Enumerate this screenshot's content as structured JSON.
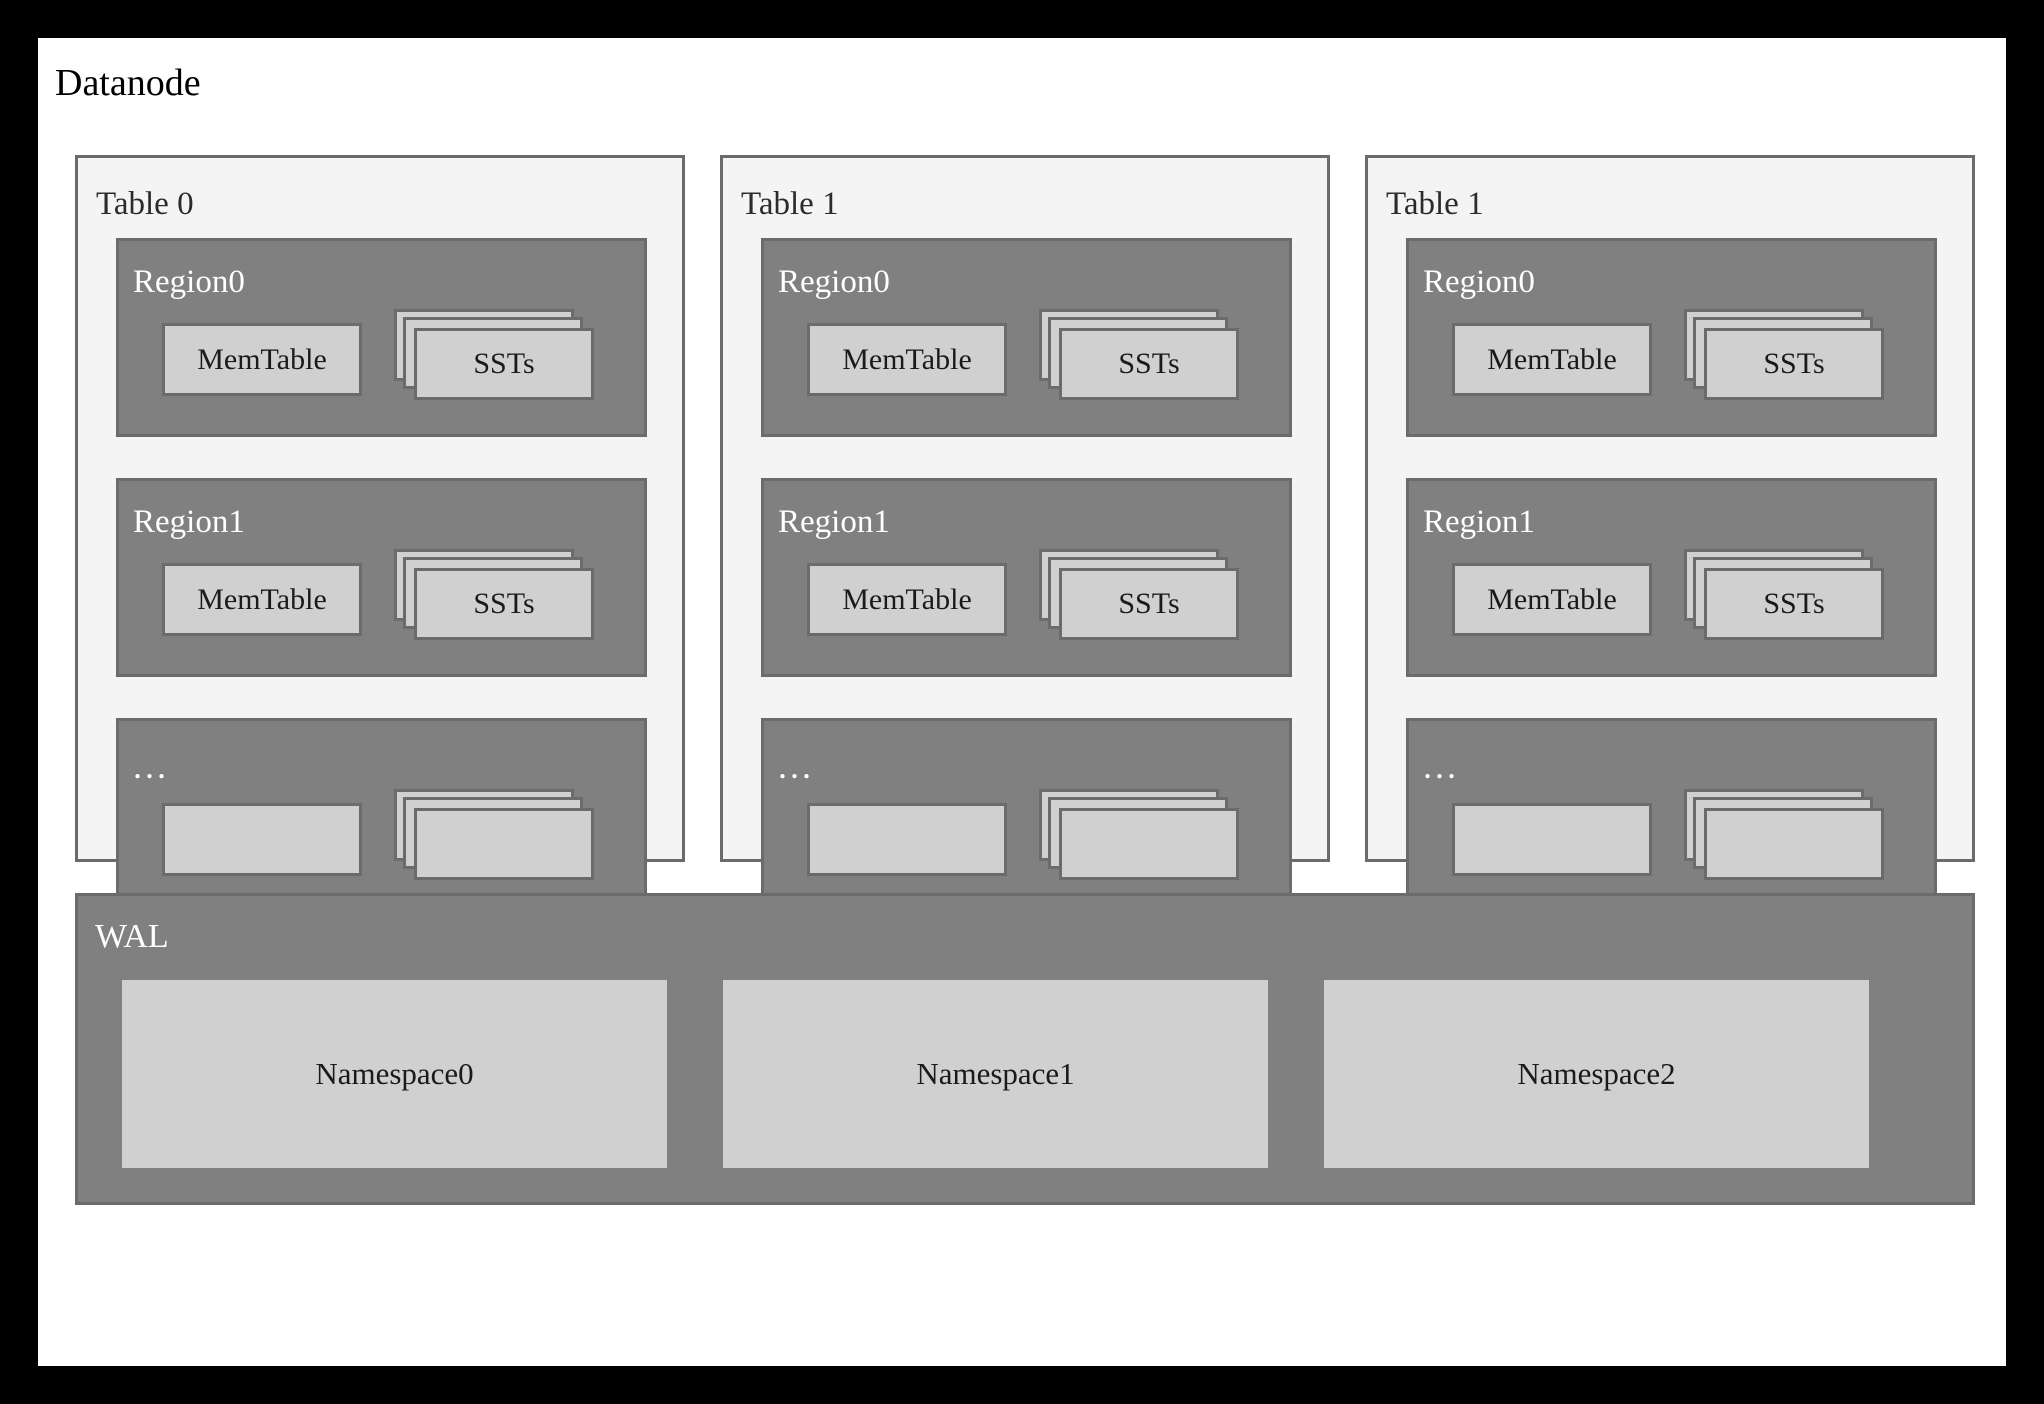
{
  "diagram": {
    "title": "Datanode",
    "tables": [
      {
        "label": "Table 0",
        "regions": [
          {
            "label": "Region0",
            "memtable": "MemTable",
            "ssts": "SSTs"
          },
          {
            "label": "Region1",
            "memtable": "MemTable",
            "ssts": "SSTs"
          },
          {
            "label": "...",
            "memtable": "",
            "ssts": ""
          }
        ]
      },
      {
        "label": "Table 1",
        "regions": [
          {
            "label": "Region0",
            "memtable": "MemTable",
            "ssts": "SSTs"
          },
          {
            "label": "Region1",
            "memtable": "MemTable",
            "ssts": "SSTs"
          },
          {
            "label": "...",
            "memtable": "",
            "ssts": ""
          }
        ]
      },
      {
        "label": "Table 1",
        "regions": [
          {
            "label": "Region0",
            "memtable": "MemTable",
            "ssts": "SSTs"
          },
          {
            "label": "Region1",
            "memtable": "MemTable",
            "ssts": "SSTs"
          },
          {
            "label": "...",
            "memtable": "",
            "ssts": ""
          }
        ]
      }
    ],
    "wal": {
      "label": "WAL",
      "namespaces": [
        "Namespace0",
        "Namespace1",
        "Namespace2"
      ]
    },
    "colors": {
      "frame": "#000000",
      "canvas": "#ffffff",
      "table_bg": "#f4f4f4",
      "region_bg": "#808080",
      "box_bg": "#d0d0d0",
      "border": "#6b6b6b",
      "text_dark": "#1a1a1a",
      "text_light": "#ffffff"
    }
  }
}
